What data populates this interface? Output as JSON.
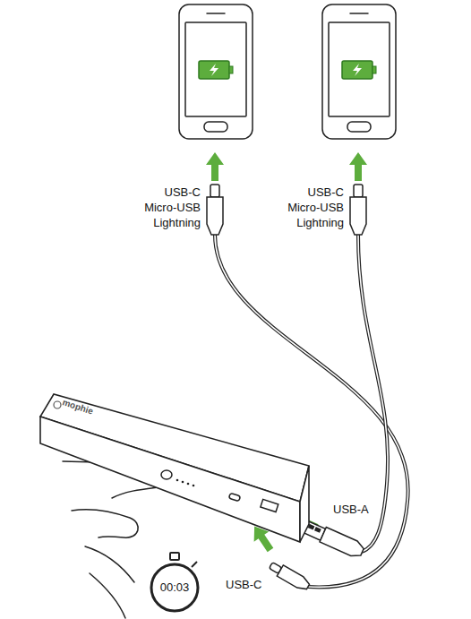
{
  "diagram": {
    "nodes": [
      {
        "text": [
          "mophie"
        ]
      },
      {
        "text": [
          "00:03"
        ]
      }
    ],
    "labels": [
      "USB-C Micro-USB Lightning",
      "USB-C Micro-USB Lightning",
      "USB-A",
      "USB-C"
    ]
  }
}
